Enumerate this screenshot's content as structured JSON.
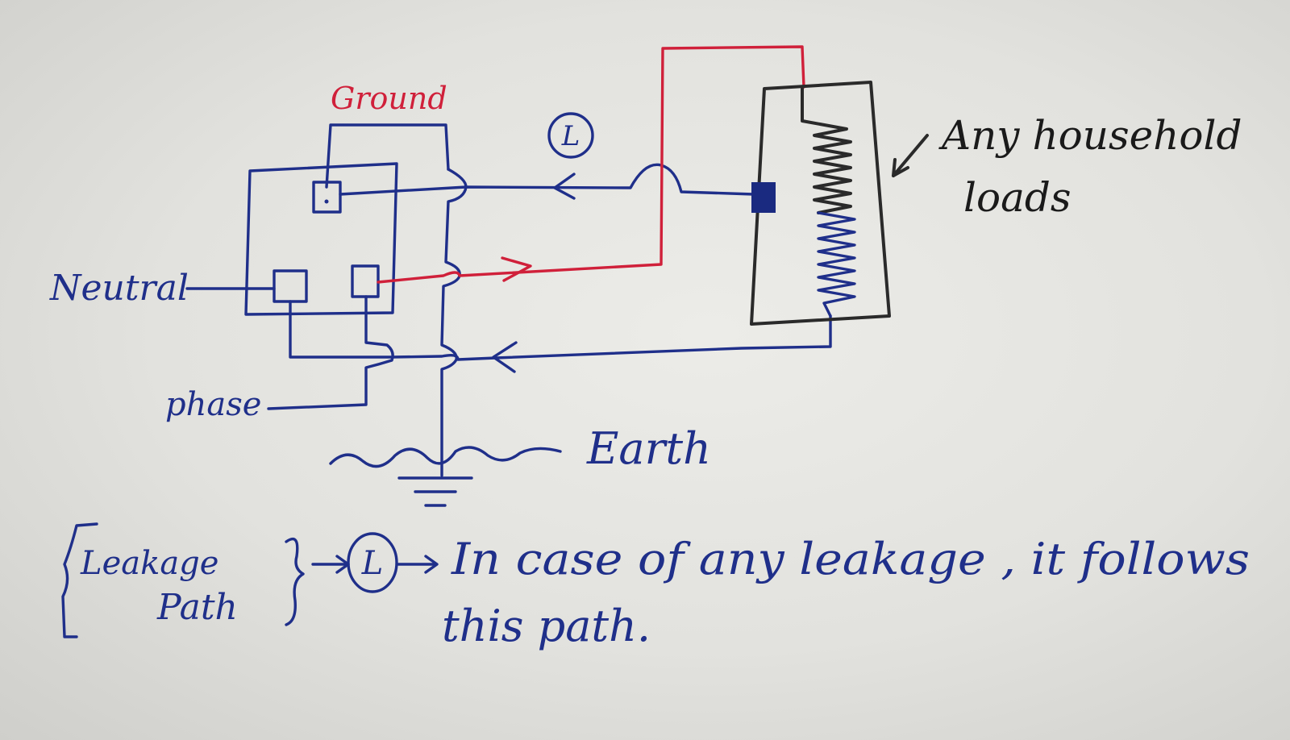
{
  "labels": {
    "ground": "Ground",
    "leak_marker": "L",
    "neutral": "Neutral",
    "phase": "phase",
    "earth": "Earth",
    "load_line1": "Any household",
    "load_line2": "loads"
  },
  "legend": {
    "bracket_line1": "Leakage",
    "bracket_line2": "Path",
    "marker": "L",
    "text_line1": "In case of any leakage , it follows",
    "text_line2": "this path."
  },
  "colors": {
    "paper": "#e6e6e2",
    "ink_blue": "#1f2f8a",
    "ink_red": "#d0203a",
    "ink_black": "#2a2a2a"
  }
}
